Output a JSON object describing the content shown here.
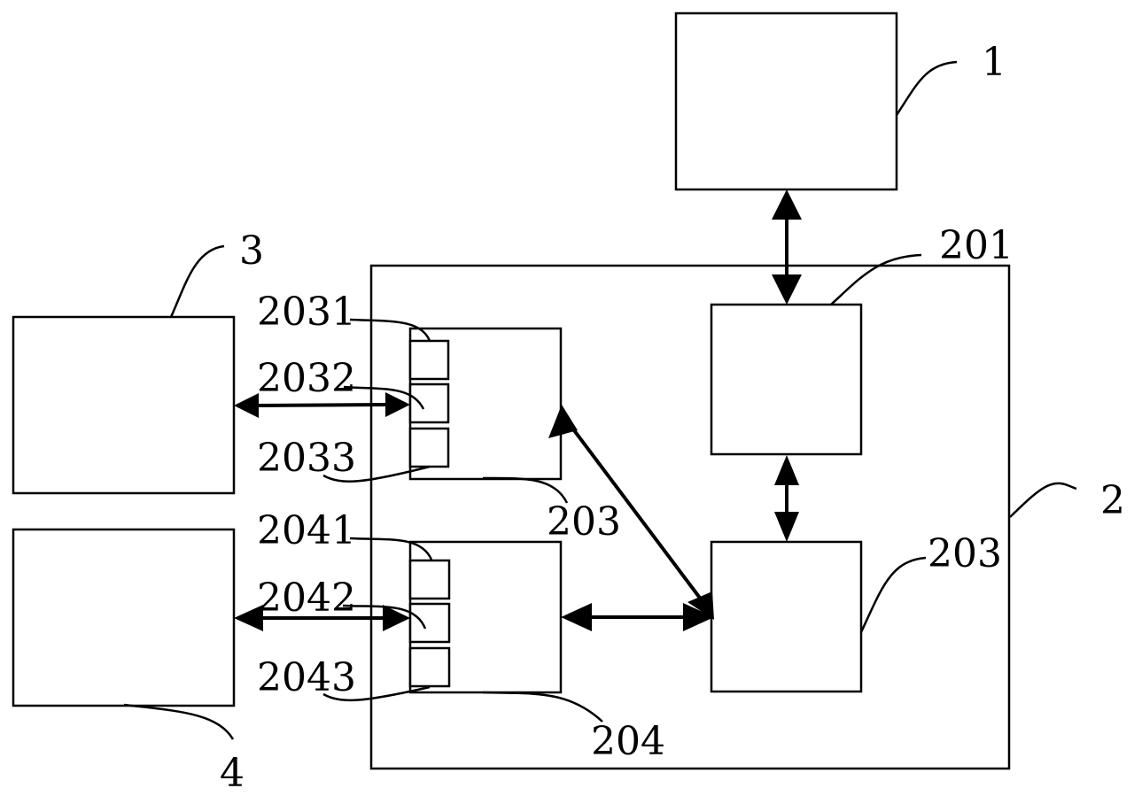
{
  "diagram": {
    "title": "",
    "labels": {
      "box1": "1",
      "box2": "2",
      "box3": "3",
      "box4": "4",
      "module201": "201",
      "module203_right": "203",
      "module203_left": "203",
      "module204": "204",
      "port2031": "2031",
      "port2032": "2032",
      "port2033": "2033",
      "port2041": "2041",
      "port2042": "2042",
      "port2043": "2043"
    },
    "connections": [
      {
        "from": "1",
        "to": "201",
        "type": "bidirectional"
      },
      {
        "from": "201",
        "to": "203_right",
        "type": "bidirectional"
      },
      {
        "from": "203_left",
        "to": "203_right",
        "type": "bidirectional"
      },
      {
        "from": "204",
        "to": "203_right",
        "type": "bidirectional"
      },
      {
        "from": "3",
        "to": "2032",
        "type": "bidirectional"
      },
      {
        "from": "4",
        "to": "2042",
        "type": "bidirectional"
      }
    ]
  }
}
